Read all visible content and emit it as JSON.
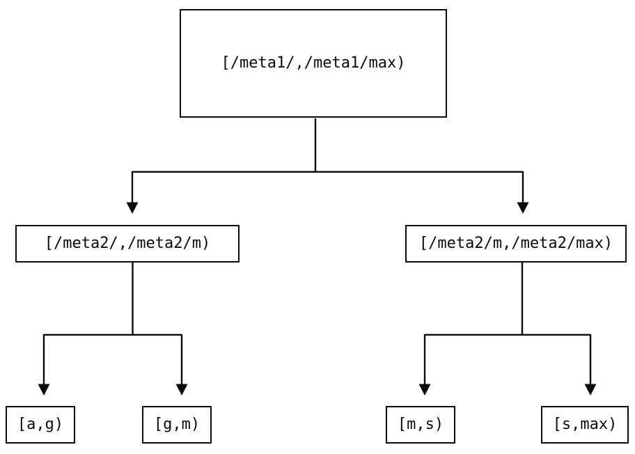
{
  "colors": {
    "background": "#ffffff",
    "line": "#0a0a0a",
    "box_border": "#0a0a0a",
    "box_fill": "#ffffff",
    "text": "#0a0a0a"
  },
  "nodes": {
    "root": {
      "label": "[/meta1/,/meta1/max)"
    },
    "left": {
      "label": "[/meta2/,/meta2/m)"
    },
    "right": {
      "label": "[/meta2/m,/meta2/max)"
    },
    "leaves": [
      {
        "label": "[a,g)"
      },
      {
        "label": "[g,m)"
      },
      {
        "label": "[m,s)"
      },
      {
        "label": "[s,max)"
      }
    ]
  },
  "edges": [
    {
      "from": "root",
      "to": "left"
    },
    {
      "from": "root",
      "to": "right"
    },
    {
      "from": "left",
      "to": "leaf [a,g)"
    },
    {
      "from": "left",
      "to": "leaf [g,m)"
    },
    {
      "from": "right",
      "to": "leaf [m,s)"
    },
    {
      "from": "right",
      "to": "leaf [s,max)"
    }
  ]
}
